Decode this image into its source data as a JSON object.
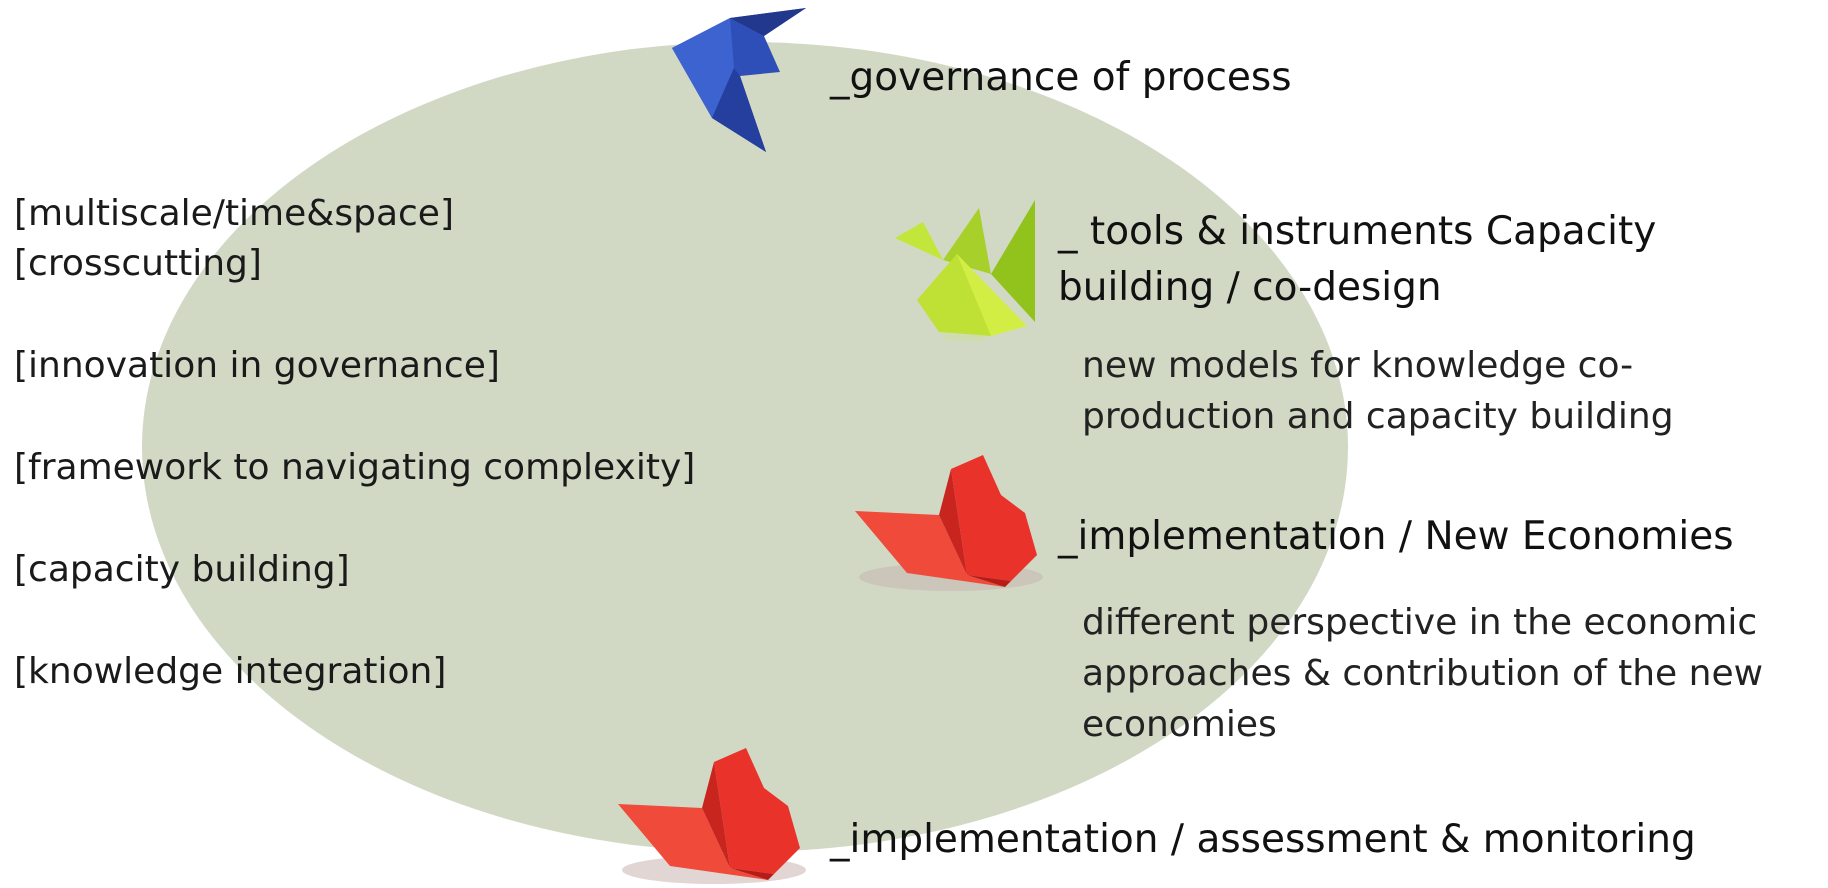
{
  "nodes": {
    "governance": {
      "label": "_governance of process",
      "icon": "blue-origami-bird-icon",
      "color": "#2f4fb8"
    },
    "tools": {
      "label": "_ tools & instruments Capacity building / co-design",
      "description": "new models for knowledge co-production and capacity building",
      "icon": "green-origami-crane-icon",
      "color": "#b6dc2a"
    },
    "new_economies": {
      "label": "_implementation / New Economies",
      "description": "different perspective in the economic approaches & contribution of the new economies",
      "icon": "red-origami-butterfly-icon",
      "color": "#e8322a"
    },
    "assessment": {
      "label": "_implementation / assessment & monitoring",
      "icon": "red-origami-butterfly-icon",
      "color": "#e8322a"
    }
  },
  "tags": [
    "[multiscale/time&space]",
    "[crosscutting]",
    "[innovation in governance]",
    "[framework to navigating complexity]",
    "[capacity building]",
    "[knowledge integration]"
  ],
  "colors": {
    "ellipse_fill": "#d1d9c5",
    "text": "#111111"
  }
}
